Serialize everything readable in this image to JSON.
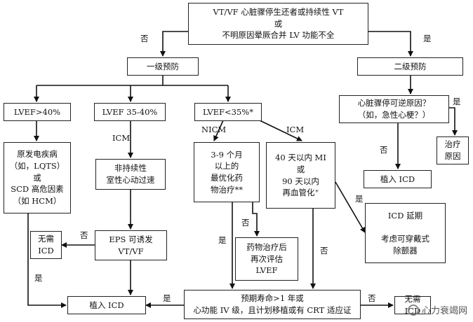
{
  "nodes": {
    "start": "VT/VF 心脏骤停生还者或持续性 VT\n或\n不明原因晕厥合并 LV 功能不全",
    "primary": "一级预防",
    "secondary": "二级预防",
    "lvef40": "LVEF>40%",
    "lvef3540": "LVEF 35-40%",
    "lvef35": "LVEF<35%*",
    "reversible": "心脏骤停可逆原因？\n（如，急性心梗？）",
    "treat": "治疗\n原因",
    "icd_secondary": "植入 ICD",
    "primary_disease": "原发电疾病\n（如，LQTS）\n或\nSCD 高危因素\n（如 HCM）",
    "nsvt": "非持续性\n室性心动过速",
    "omt": "3-9 个月\n以上的\n最优化药\n物治疗**",
    "mi40": "40 天以内 MI\n或\n90 天以内\n再血管化⁺",
    "icd_delay": "ICD 延期\n\n考虑可穿戴式\n除颤器",
    "eps": "EPS 可诱发\nVT/VF",
    "no_icd_left": "无需\nICD",
    "reassess": "药物治疗后\n再次评估\nLVEF",
    "icd_bottom": "植入 ICD",
    "prognosis": "预期寿命>1 年或\n心功能 IV 级，且计划移植或有 CRT 适应证",
    "no_icd_right": "无需 ICD"
  },
  "labels": {
    "no_top": "否",
    "yes_top": "是",
    "icm_left": "ICM",
    "nicm": "NICM",
    "icm_right": "ICM",
    "yes_reversible": "是",
    "no_reversible": "否",
    "yes_mi": "是",
    "no_eps": "否",
    "yes_eps": "是",
    "no_omt": "否",
    "yes_omt": "是",
    "no_mi": "否",
    "yes_prog": "是",
    "no_prog": "否"
  },
  "watermark": "心力衰竭网"
}
